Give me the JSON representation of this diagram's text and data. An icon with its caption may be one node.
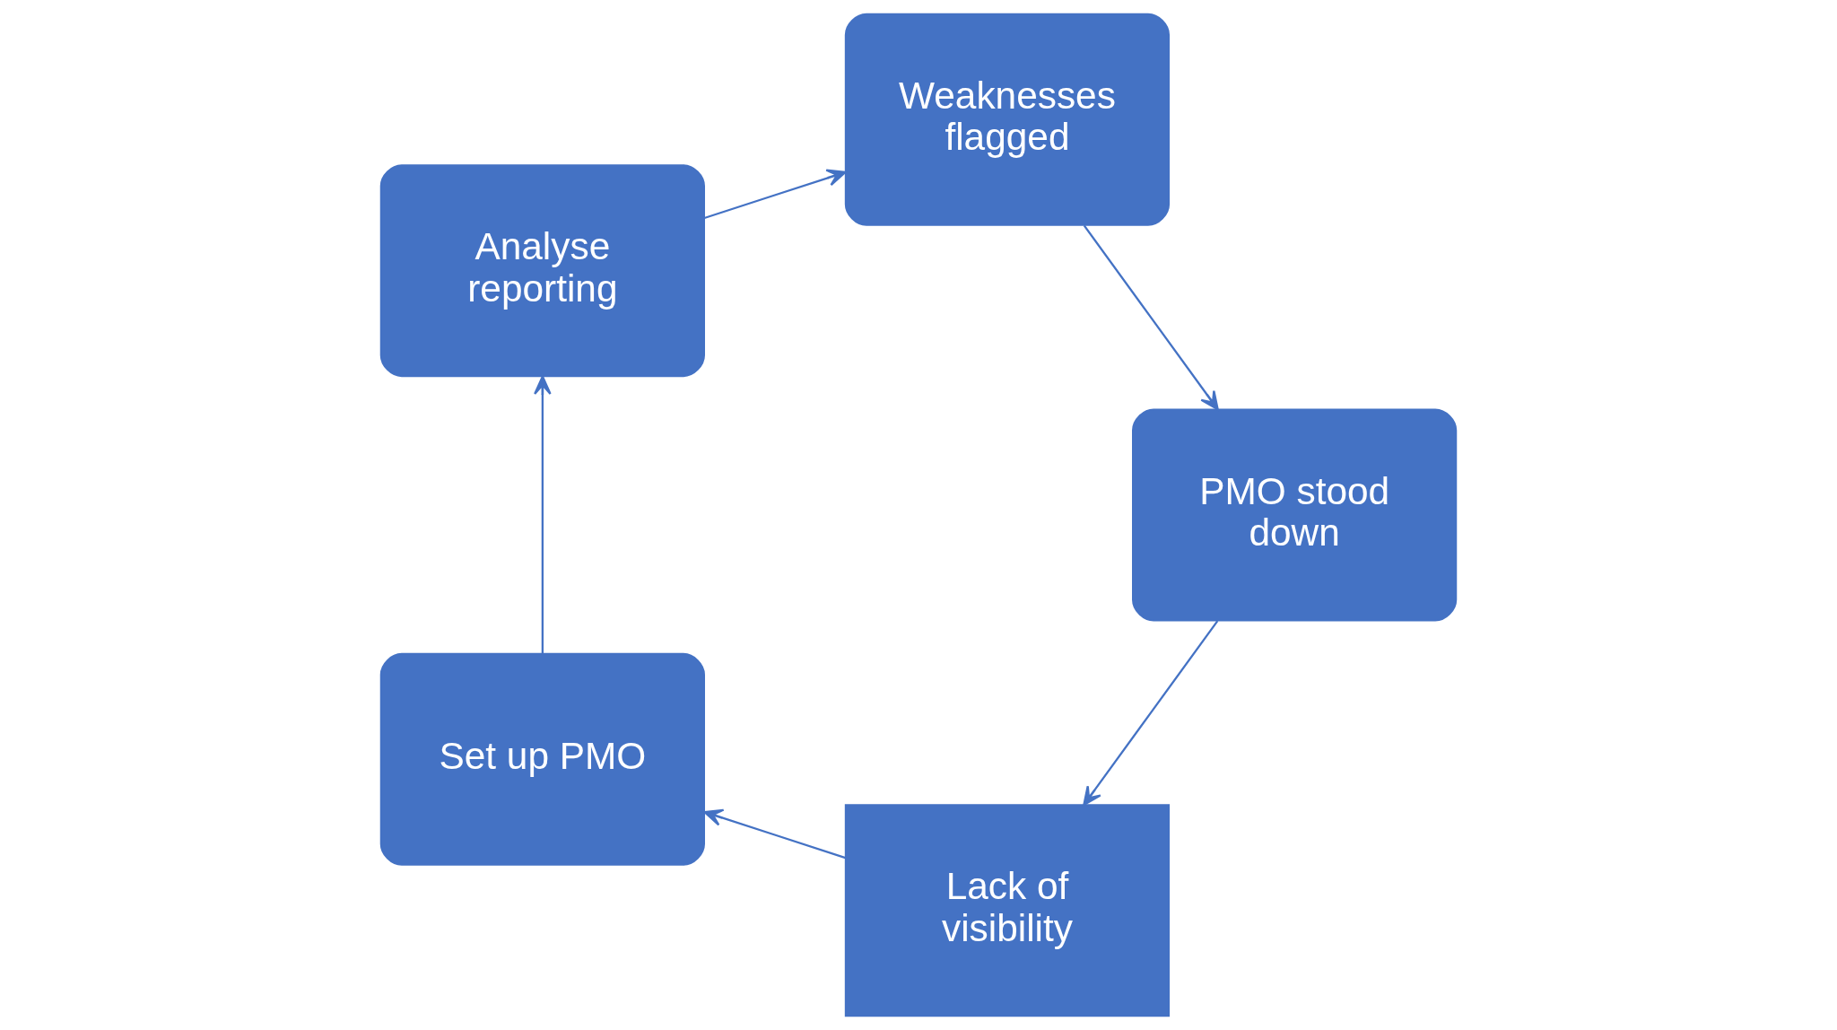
{
  "diagram": {
    "nodes": [
      {
        "text": [
          "Lack of visibility"
        ]
      },
      {
        "text": [
          "Set up PMO"
        ]
      },
      {
        "text": [
          "Analyse reporting"
        ]
      },
      {
        "text": [
          "Weaknesses flagged"
        ]
      },
      {
        "text": [
          "PMO stood down"
        ]
      }
    ],
    "edges": [
      {
        "from": 0,
        "to": 1,
        "arrow": "to"
      },
      {
        "from": 1,
        "to": 2,
        "arrow": "to"
      },
      {
        "from": 2,
        "to": 3,
        "arrow": "to"
      },
      {
        "from": 3,
        "to": 4,
        "arrow": "to"
      },
      {
        "from": 4,
        "to": 0,
        "arrow": "to"
      }
    ]
  }
}
